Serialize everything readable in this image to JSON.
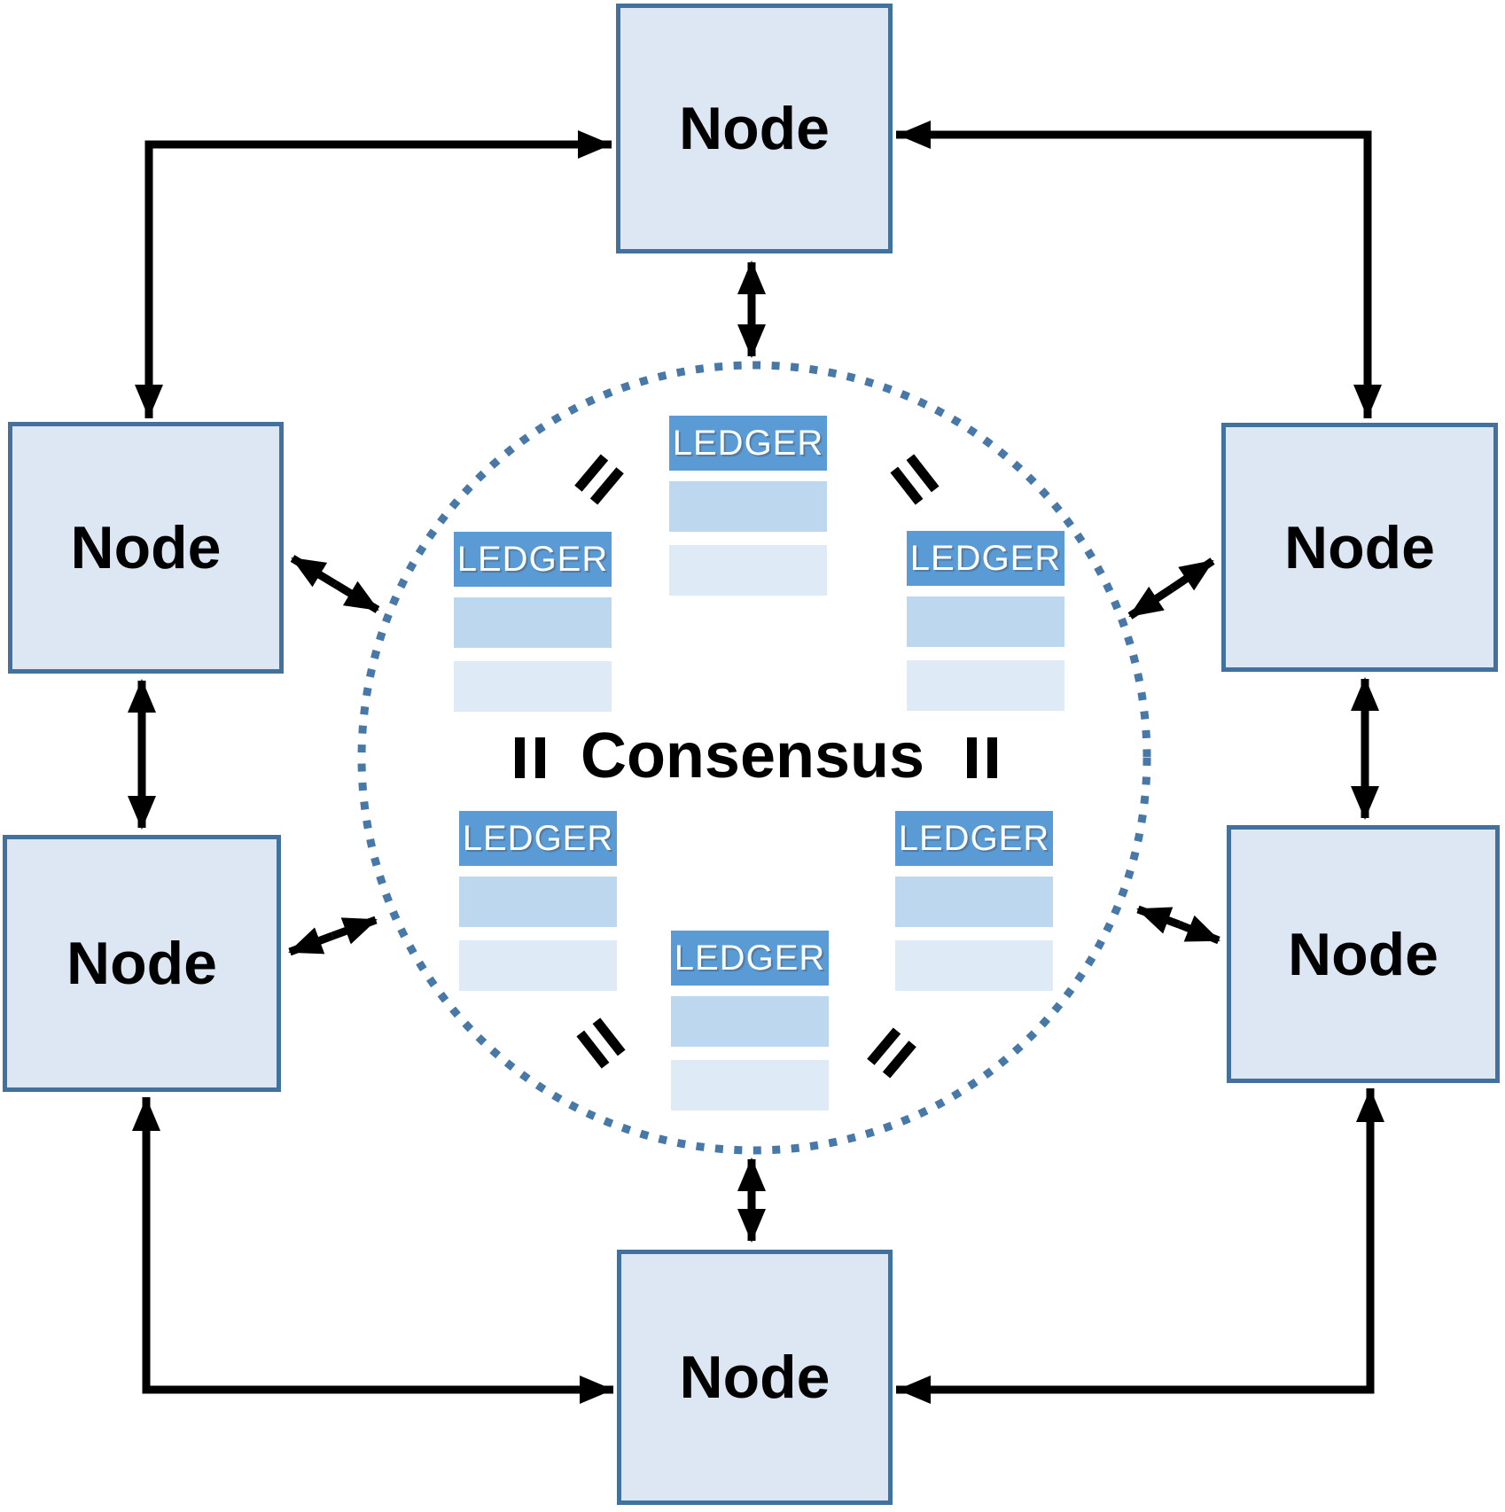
{
  "consensus": {
    "label": "Consensus"
  },
  "nodes": [
    {
      "id": "top",
      "label": "Node"
    },
    {
      "id": "left-upper",
      "label": "Node"
    },
    {
      "id": "left-lower",
      "label": "Node"
    },
    {
      "id": "right-upper",
      "label": "Node"
    },
    {
      "id": "right-lower",
      "label": "Node"
    },
    {
      "id": "bottom",
      "label": "Node"
    }
  ],
  "ledgers": [
    {
      "id": "top",
      "label": "LEDGER"
    },
    {
      "id": "north-west",
      "label": "LEDGER"
    },
    {
      "id": "north-east",
      "label": "LEDGER"
    },
    {
      "id": "south-west",
      "label": "LEDGER"
    },
    {
      "id": "south-east",
      "label": "LEDGER"
    },
    {
      "id": "bottom",
      "label": "LEDGER"
    }
  ],
  "equals_marks": [
    "north-west",
    "north-east",
    "west",
    "east",
    "south-west",
    "south-east"
  ],
  "colors": {
    "node_fill": "#dce7f3",
    "node_border": "#41719c",
    "ledger_header": "#5b9bd5",
    "ledger_row_medium": "#bdd7ee",
    "ledger_row_light": "#deeaf6",
    "dotted_circle": "#4878a8",
    "arrow": "#000000",
    "ledger_text": "#ffffff",
    "label_text": "#000000"
  }
}
